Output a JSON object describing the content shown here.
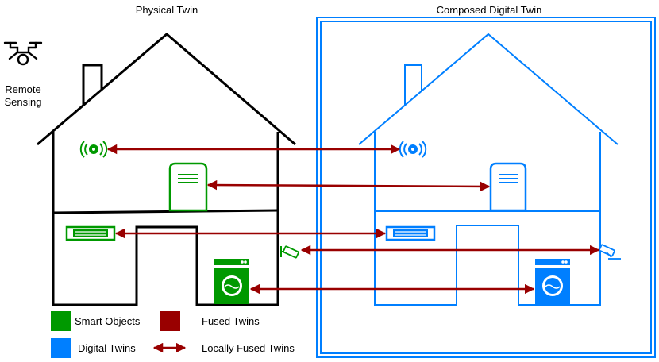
{
  "titles": {
    "physical": "Physical Twin",
    "digital": "Composed Digital Twin"
  },
  "remote_sensing": {
    "icon": "drone-icon",
    "line1": "Remote",
    "line2": "Sensing"
  },
  "legend": {
    "smart_objects": "Smart Objects",
    "fused_twins": "Fused Twins",
    "digital_twins": "Digital Twins",
    "locally_fused": "Locally Fused Twins"
  },
  "colors": {
    "physical": "#000000",
    "smart_object": "#009900",
    "digital": "#007fff",
    "fused": "#990000"
  },
  "devices": [
    "wifi-sensor-icon",
    "fridge-icon",
    "air-conditioner-icon",
    "security-camera-icon",
    "washing-machine-icon"
  ]
}
